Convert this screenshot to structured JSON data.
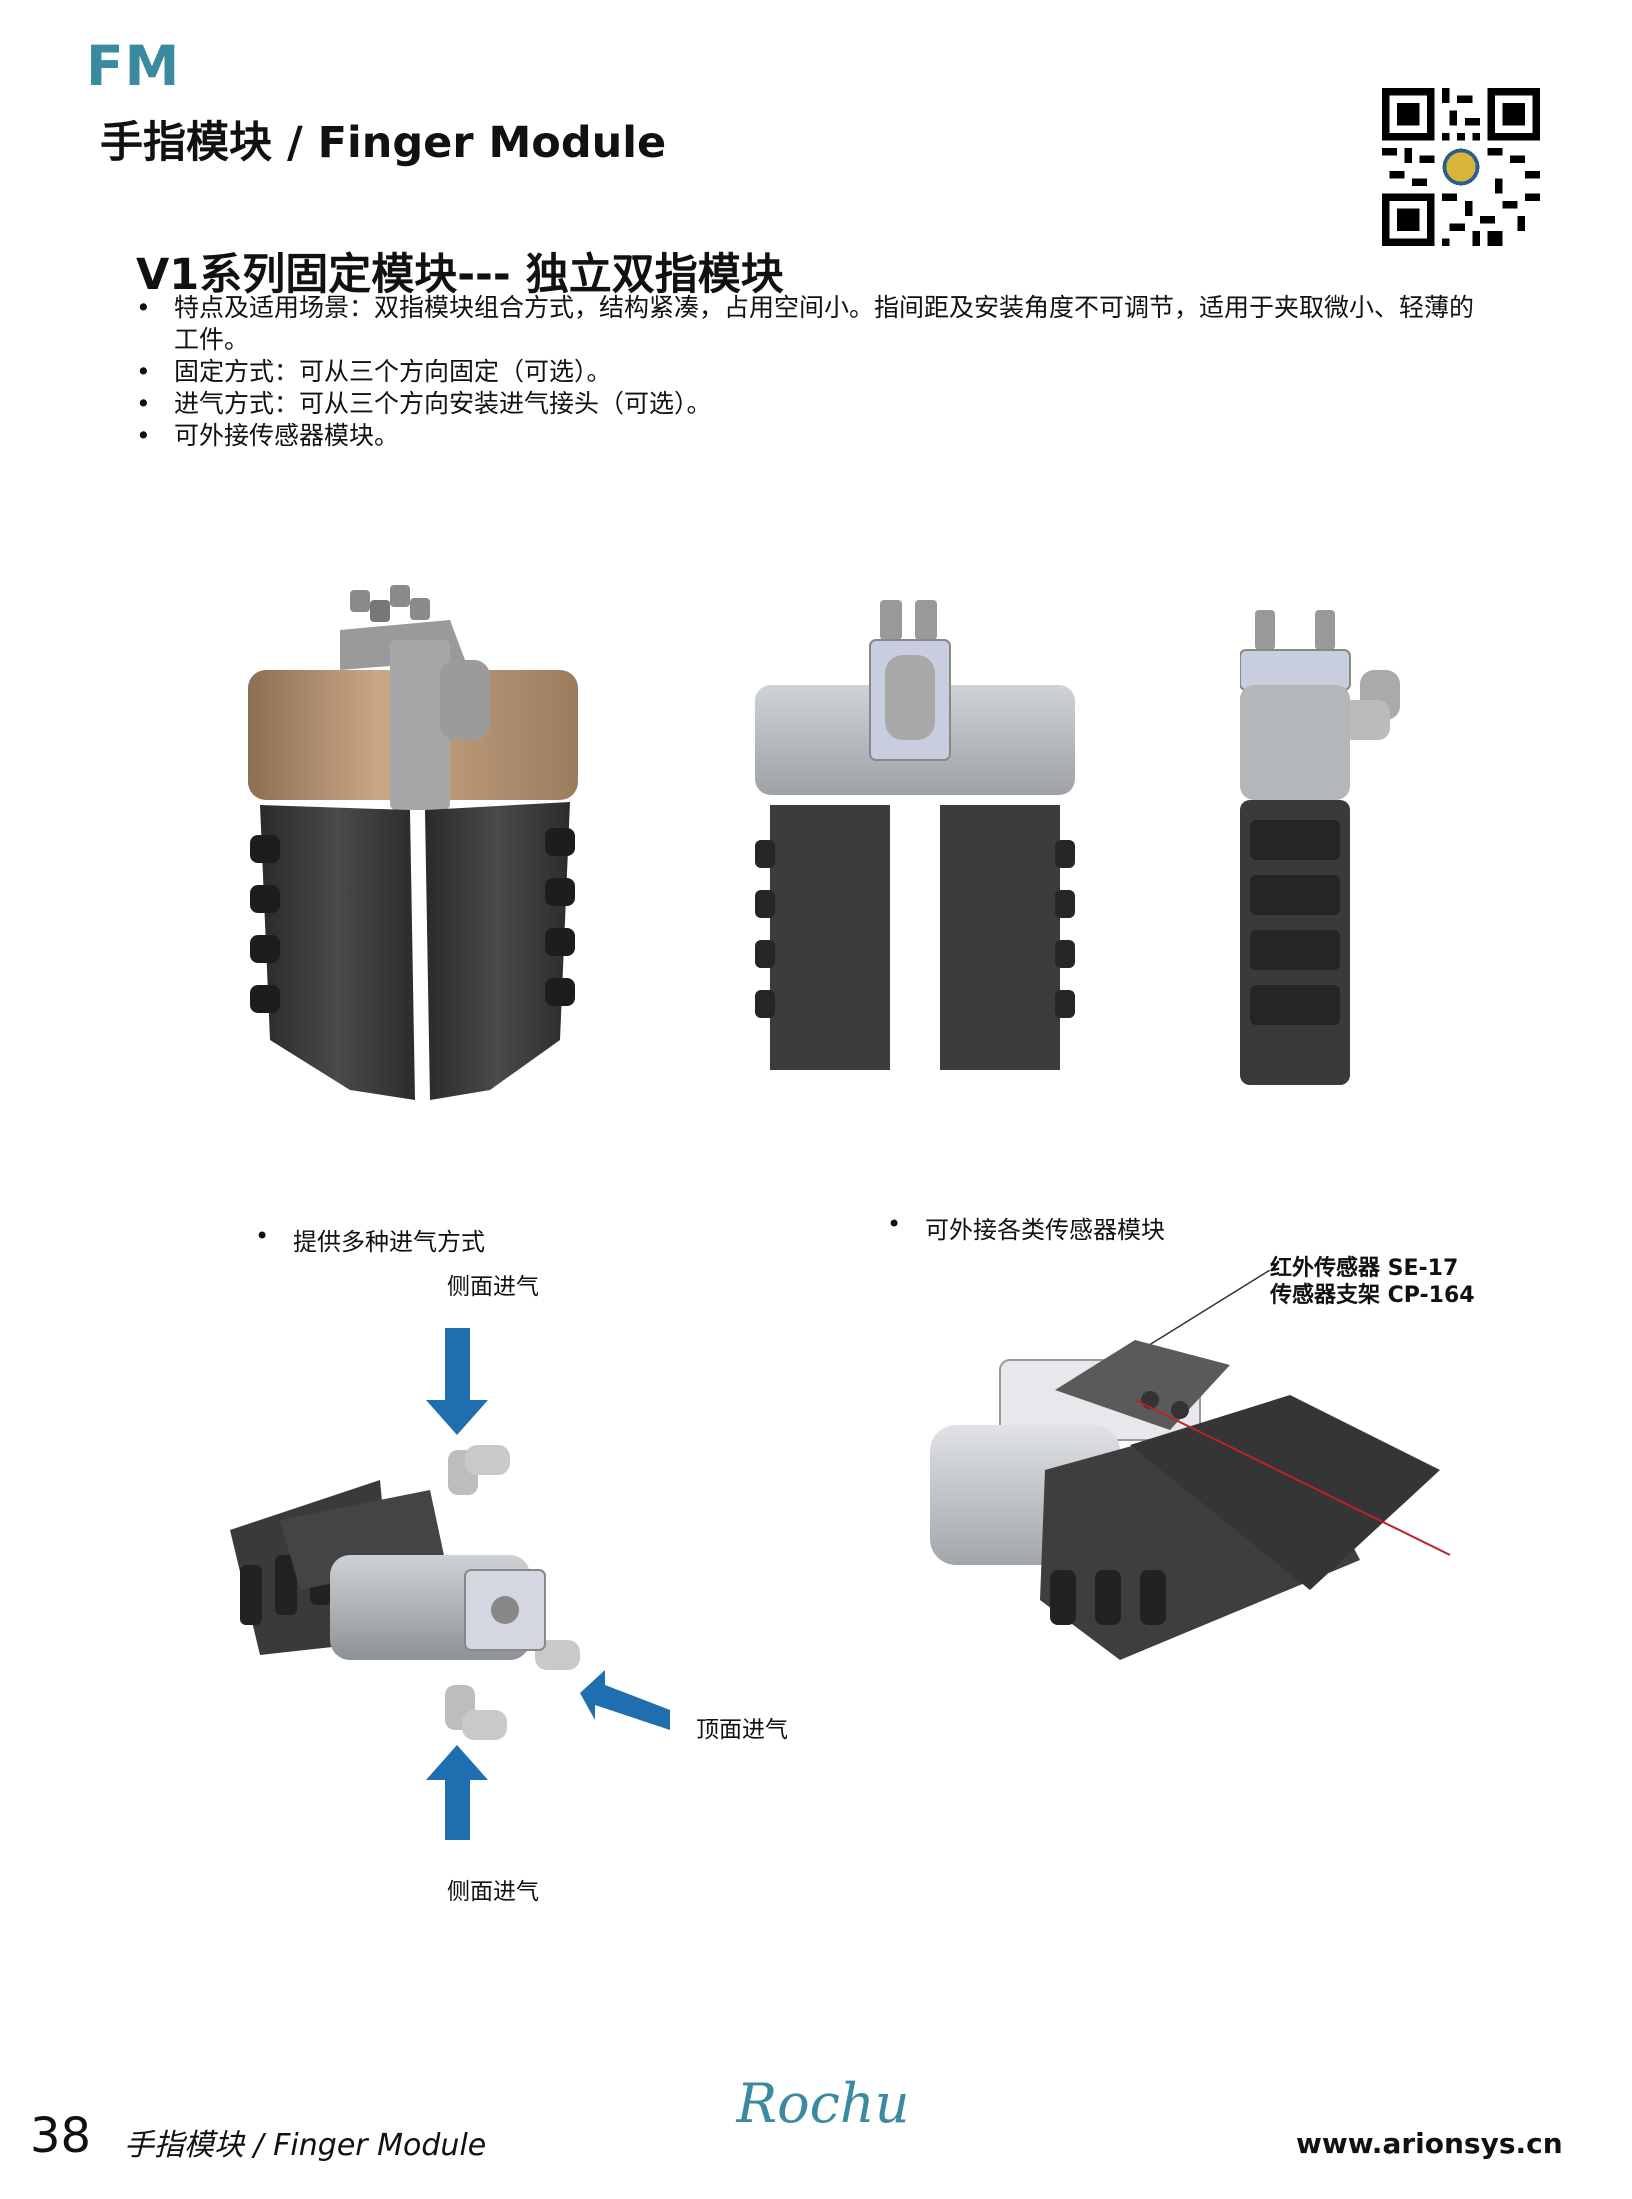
{
  "header": {
    "code": "FM",
    "title": "手指模块 / Finger Module"
  },
  "qr_icon": "qr-code-icon",
  "section": {
    "title": "V1系列固定模块--- 独立双指模块",
    "bullets": [
      "特点及适用场景：双指模块组合方式，结构紧凑，占用空间小。指间距及安装角度不可调节，适用于夹取微小、轻薄的工件。",
      "固定方式：可从三个方向固定（可选）。",
      "进气方式：可从三个方向安装进气接头（可选）。",
      "可外接传感器模块。"
    ]
  },
  "air_inlet": {
    "caption": "提供多种进气方式",
    "label_side_top": "侧面进气",
    "label_top": "顶面进气",
    "label_side_bottom": "侧面进气"
  },
  "sensor": {
    "caption": "可外接各类传感器模块",
    "annotation_line1": "红外传感器 SE-17",
    "annotation_line2": "传感器支架 CP-164"
  },
  "footer": {
    "page_number": "38",
    "title": "手指模块 / Finger Module",
    "brand": "Rochu",
    "url": "www.arionsys.cn"
  },
  "colors": {
    "brand_teal": "#3a8aa0",
    "arrow_blue": "#1f6fb0",
    "finger_dark": "#3c3c3c",
    "body_silver": "#b9bcbf",
    "body_bronze": "#b89878",
    "laser_red": "#c0202a"
  }
}
